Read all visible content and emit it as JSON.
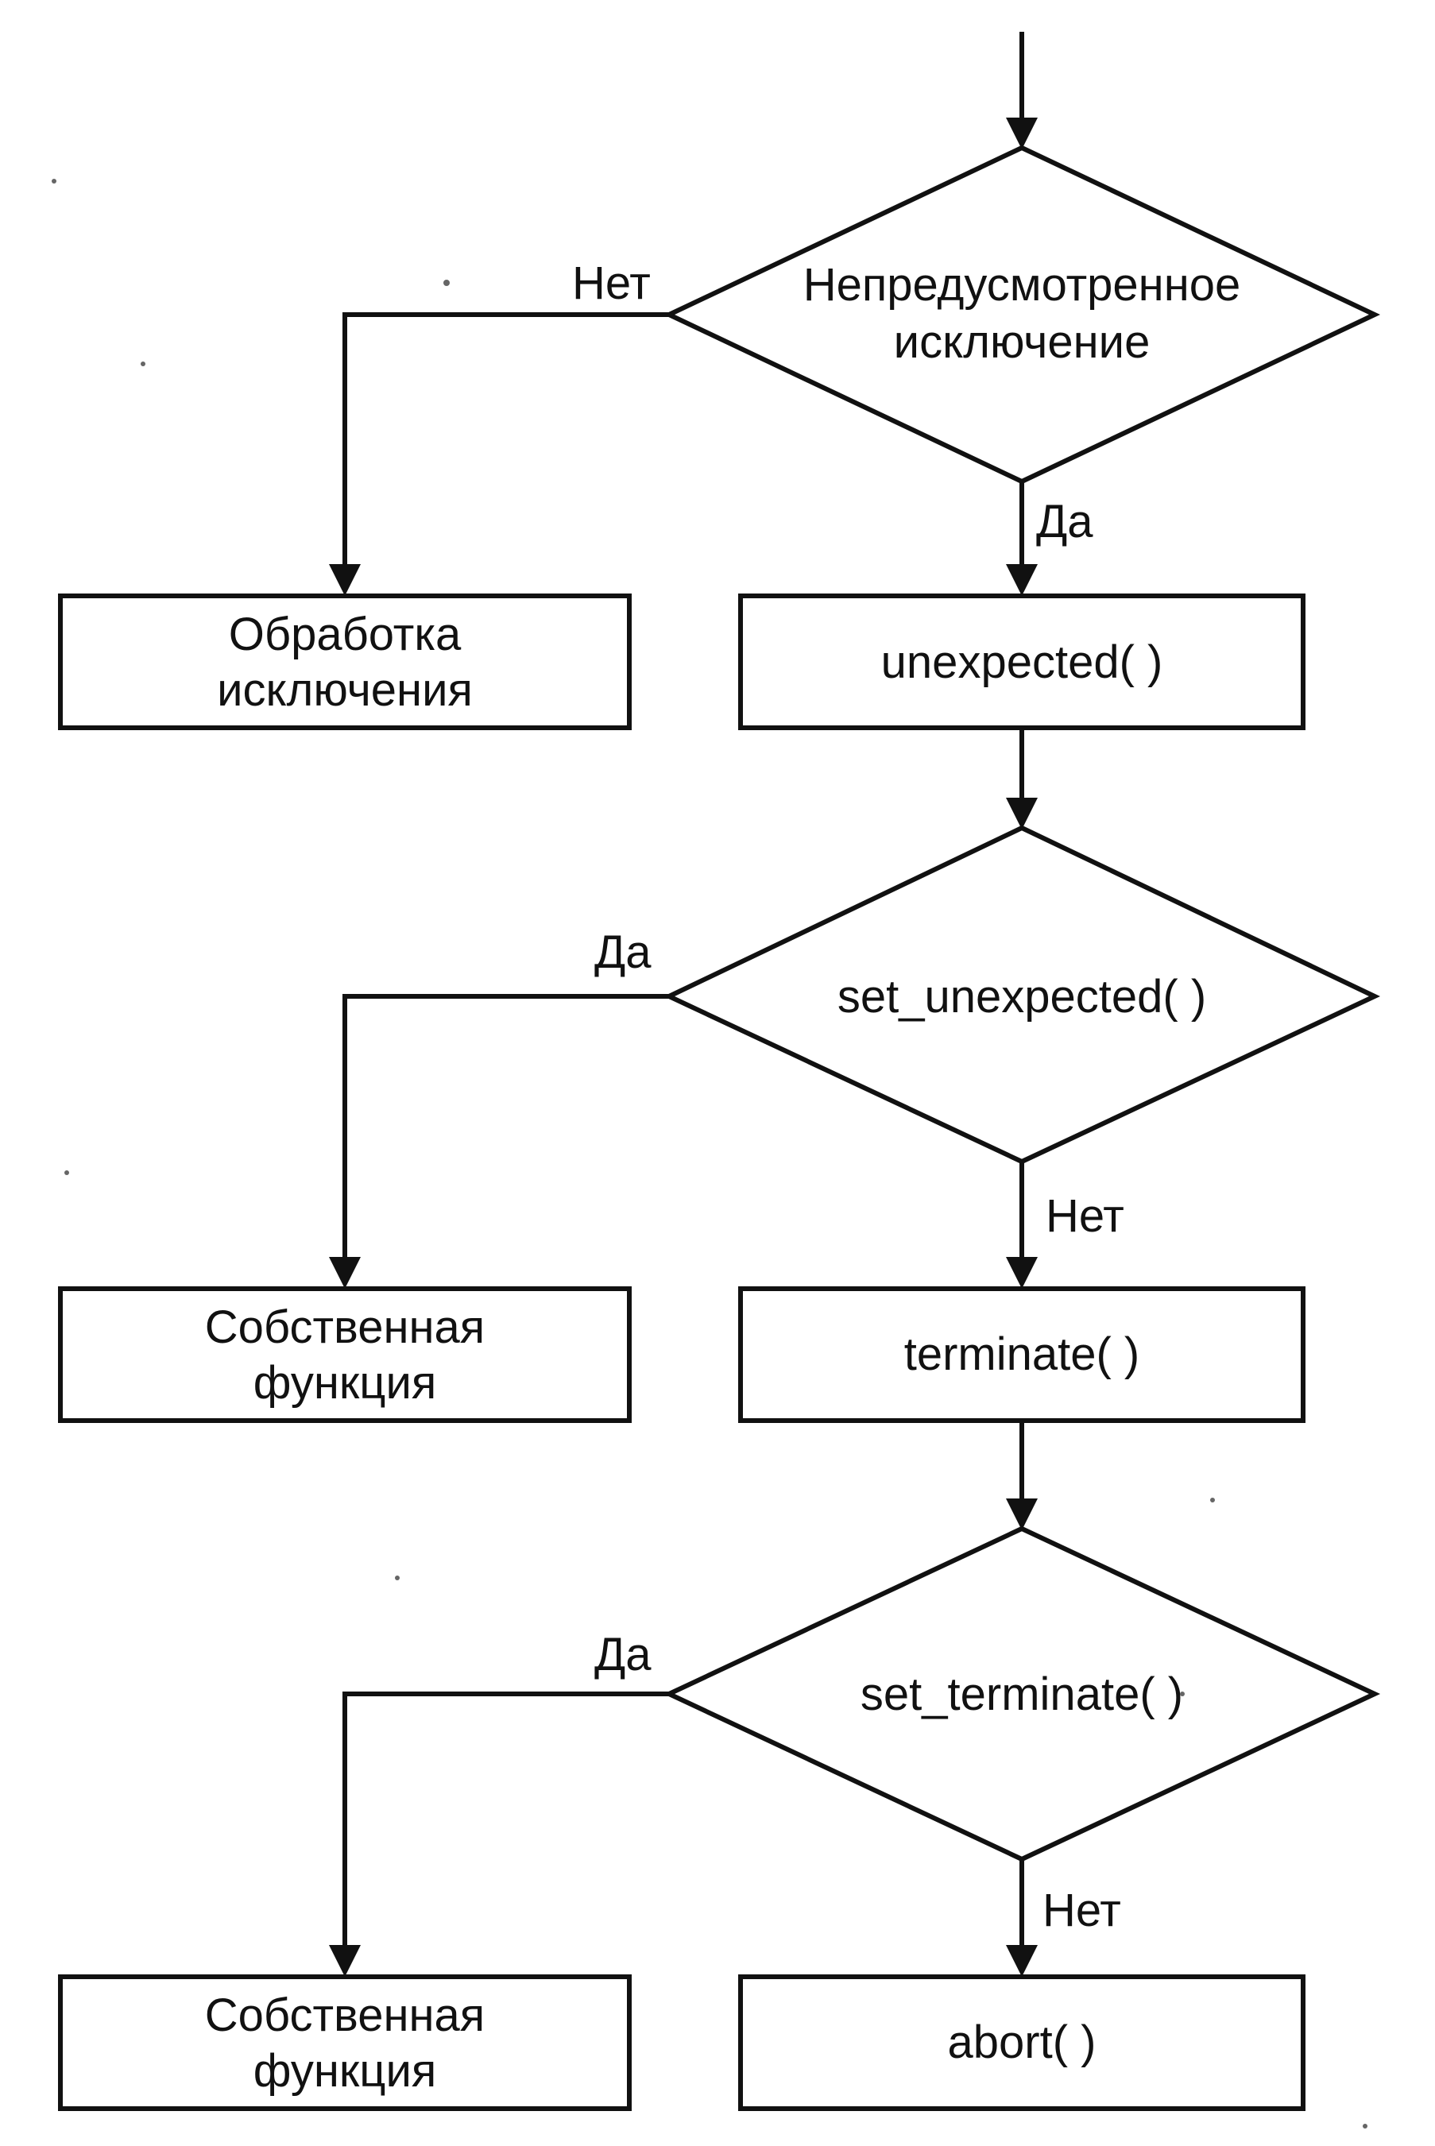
{
  "diagram": {
    "decision_unexpected_exception": {
      "line1": "Непредусмотренное",
      "line2": "исключение"
    },
    "decision_set_unexpected": {
      "label": "set_unexpected( )"
    },
    "decision_set_terminate": {
      "label": "set_terminate( )"
    },
    "box_exception_handling": {
      "line1": "Обработка",
      "line2": "исключения"
    },
    "box_unexpected": {
      "label": "unexpected( )"
    },
    "box_own_function_1": {
      "line1": "Собственная",
      "line2": "функция"
    },
    "box_terminate": {
      "label": "terminate( )"
    },
    "box_own_function_2": {
      "line1": "Собственная",
      "line2": "функция"
    },
    "box_abort": {
      "label": "abort( )"
    },
    "edge_labels": {
      "no_1": "Нет",
      "yes_1": "Да",
      "yes_2": "Да",
      "no_2": "Нет",
      "yes_3": "Да",
      "no_3": "Нет"
    }
  }
}
